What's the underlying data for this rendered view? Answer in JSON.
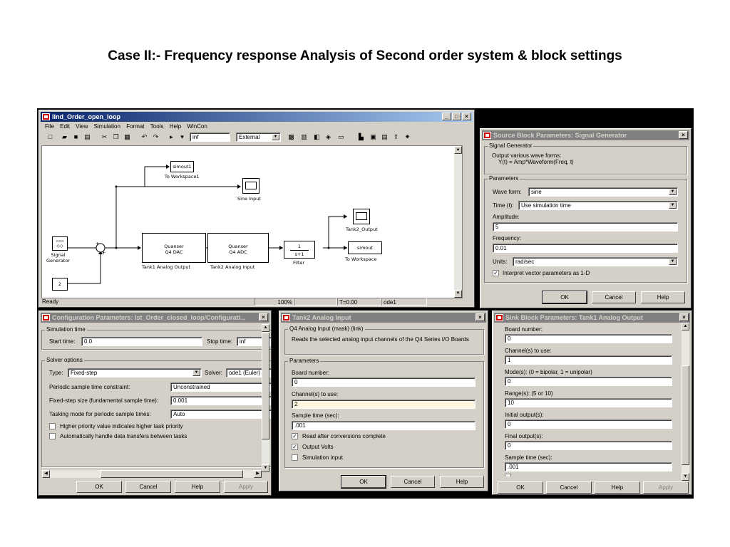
{
  "slide_title": "Case II:- Frequency response Analysis of Second order system & block settings",
  "model": {
    "title": "IInd_Order_open_loop",
    "menu": [
      "File",
      "Edit",
      "View",
      "Simulation",
      "Format",
      "Tools",
      "Help",
      "WinCon"
    ],
    "stop_time": "inf",
    "mode": "External",
    "blocks": {
      "simout1": "simout1",
      "to_workspace1": "To Workspace1",
      "sine_input": "Sine Input",
      "tank2_output": "Tank2_Output",
      "signal_generator": "Signal\nGenerator",
      "dac_line1": "Quanser",
      "dac_line2": "Q4 DAC",
      "dac_label": "Tank1 Analog Output",
      "adc_line1": "Quanser",
      "adc_line2": "Q4 ADC",
      "adc_label": "Tank2 Analog Input",
      "filter_num": "1",
      "filter_den": "s+1",
      "filter_label": "Filter",
      "simout": "simout",
      "to_workspace": "To Workspace",
      "constant": "2",
      "sum_plus1": "+",
      "sum_plus2": "+"
    },
    "status": {
      "ready": "Ready",
      "zoom": "100%",
      "time": "T=0.00",
      "solver": "ode1"
    }
  },
  "source_dialog": {
    "title": "Source Block Parameters: Signal Generator",
    "group": "Signal Generator",
    "desc1": "Output various wave forms:",
    "desc2": "Y(t) = Amp*Waveform(Freq, t)",
    "params_title": "Parameters",
    "waveform_label": "Wave form:",
    "waveform": "sine",
    "time_label": "Time (t):",
    "time": "Use simulation time",
    "amplitude_label": "Amplitude:",
    "amplitude": "5",
    "frequency_label": "Frequency:",
    "frequency": "0.01",
    "units_label": "Units:",
    "units": "rad/sec",
    "interpret_label": "Interpret vector parameters as 1-D",
    "ok": "OK",
    "cancel": "Cancel",
    "help": "Help"
  },
  "config_dialog": {
    "title": "Configuration Parameters: Ist_Order_closed_loop/Configurati...",
    "sim_time_title": "Simulation time",
    "start_label": "Start time:",
    "start": "0.0",
    "stop_label": "Stop time:",
    "stop": "inf",
    "solver_title": "Solver options",
    "type_label": "Type:",
    "type": "Fixed-step",
    "solver_label": "Solver:",
    "solver": "ode1 (Euler)",
    "periodic_label": "Periodic sample time constraint:",
    "periodic": "Unconstrained",
    "fixed_step_label": "Fixed-step size (fundamental sample time):",
    "fixed_step": "0.001",
    "tasking_label": "Tasking mode for periodic sample times:",
    "tasking": "Auto",
    "higher_priority": "Higher priority value indicates higher task priority",
    "auto_transfer": "Automatically handle data transfers between tasks",
    "ok": "OK",
    "cancel": "Cancel",
    "help": "Help",
    "apply": "Apply"
  },
  "tank2_dialog": {
    "title": "Tank2 Analog Input",
    "group": "Q4 Analog Input (mask) (link)",
    "desc": "Reads the selected analog input channels of the Q4 Series I/O Boards",
    "params_title": "Parameters",
    "board_label": "Board number:",
    "board": "0",
    "channel_label": "Channel(s) to use:",
    "channel": "2",
    "sample_label": "Sample time (sec):",
    "sample": ".001",
    "read_after": "Read after conversions complete",
    "output_volts": "Output Volts",
    "simulation_input": "Simulation input",
    "ok": "OK",
    "cancel": "Cancel",
    "help": "Help"
  },
  "sink_dialog": {
    "title": "Sink Block Parameters: Tank1 Analog Output",
    "board_label": "Board number:",
    "board": "0",
    "channel_label": "Channel(s) to use:",
    "channel": "1",
    "mode_label": "Mode(s):  (0 = bipolar, 1 = unipolar)",
    "mode": "0",
    "range_label": "Range(s):  (5 or 10)",
    "range": "10",
    "initial_label": "Initial output(s):",
    "initial": "0",
    "final_label": "Final output(s):",
    "final": "0",
    "sample_label": "Sample time (sec):",
    "sample": ".001",
    "ok": "OK",
    "cancel": "Cancel",
    "help": "Help",
    "apply": "Apply"
  }
}
